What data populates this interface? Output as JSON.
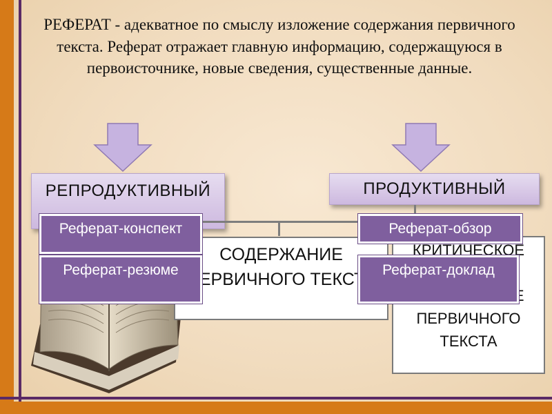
{
  "definition": "РЕФЕРАТ - адекватное по смыслу изложение содержания первичного текста. Реферат отражает главную информацию, содержащуюся в первоисточнике, новые сведения, существенные данные.",
  "left_category": "РЕПРОДУКТИВНЫЙ",
  "right_category": "ПРОДУКТИВНЫЙ",
  "left_content": "СОДЕРЖАНИЕ ПЕРВИЧНОГО ТЕКСТА",
  "right_content": "КРИТИЧЕСКОЕ ТВОРЧЕСКОЕ ОСМЫСЛЕНИЕ ПЕРВИЧНОГО ТЕКСТА",
  "left_types": [
    "Реферат-конспект",
    "Реферат-резюме"
  ],
  "right_types": [
    "Реферат-обзор",
    "Реферат-доклад"
  ],
  "colors": {
    "accent_orange": "#d67a18",
    "accent_purple": "#5a2a66",
    "box_dark": "#7f5f9e"
  }
}
